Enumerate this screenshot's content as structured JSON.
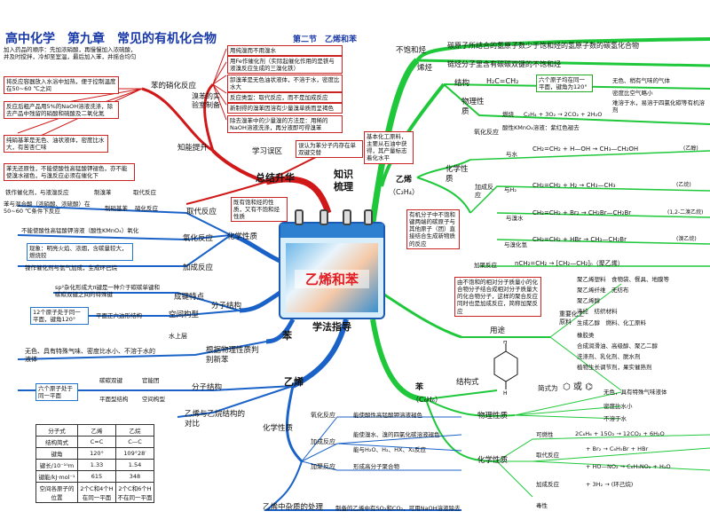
{
  "header": {
    "title": "高中化学　第九章　常见的有机化合物",
    "section": "第二节　乙烯和苯"
  },
  "center_title": "乙烯和苯",
  "branches": {
    "summary": "总结升华",
    "knowledge": "知识梳理",
    "method": "学法指导",
    "improve": "知能提升",
    "mistake": "学习误区"
  },
  "left_top": {
    "nitration_intro": "加入药品的顺序：先加浓硝酸，再慢慢加入浓硫酸，并及时搅拌，冷却至室温，最后加入苯，并摇合均匀",
    "nitration_temp": "将反应容器放入水浴中加热，便于控制温度在50~60 ℃之间",
    "nitration_wash": "反应后粗产品用5%的NaOH溶液洗涤，除去产品中残留的硝酸和硫酸及二氧化氮",
    "nitration_product": "纯硝基苯是无色、油状液体，密度比水大，有苦杏仁味",
    "nitration_label": "苯的硝化反应",
    "bromine_label": "溴苯的实验室制备",
    "bromine_items": [
      "用纯溴而不用溴水",
      "用Fe作催化剂（实际起催化作用的是铁与液溴反应生成的三溴化铁）",
      "卸溴苯是无色油状液体，不溶于水，密度比水大",
      "反应类型：取代反应，而不是加成反应",
      "新制得的溴苯因溶有少量溴单质而呈褐色",
      "除去溴苯中的少量溴的方法是：用稀的NaOH溶液洗涤，再分液即可得溴苯"
    ],
    "mistake_note": "误认为苯分子内存在单双键交替"
  },
  "left_mid": {
    "benzene_stable": "苯无还原性，不能使酸性高锰酸钾褪色，亦不能使溴水褪色，与溴反应必须在催化下",
    "fe_catalyst": "铁作催化剂，与液溴反应",
    "bromobenzene": "制溴苯",
    "substitution": "取代反应",
    "nitro_cond": "苯与混合酸（浓硝酸、浓硫酸）在50~60 ℃条件下反应",
    "nitro_make": "制硝基苯",
    "nitro_type": "硝化反应",
    "substitution2": "取代反应",
    "specific": "既有饱和烃的性质，又有不饱和烃性质",
    "chem_prop": "化学性质",
    "no_kmno4": "不能使酸性高锰酸钾溶液（酸性KMnO₄）氧化",
    "combustion": "现象：明亮火焰、浓烟，含碳量较大，燃烧较",
    "oxidation": "氧化反应",
    "addition_note": "镍作催化剂与氢气加成，生成环己烷",
    "addition": "加成反应",
    "bond_feature": "sp²杂化形成大π键是一种介于碳碳单键和碳碳双键之间的特殊键",
    "bond_label": "成键特点",
    "planar": "12个原子处于同一平面，键角120°",
    "hexagon": "平面正六边形结构",
    "space": "空间构型",
    "structure": "分子结构",
    "benzene": "苯",
    "top_water": "水上层",
    "phys": "无色、具有特殊气味、密度比水小、不溶于水的液体",
    "phys_label": "根据物理性质判别新苯"
  },
  "left_bottom": {
    "ethylene": "乙烯",
    "six_atoms": "六个原子处于同一平面",
    "dbl": "碳碳双键",
    "dbl_struct": "官能团",
    "flat": "平面型结构",
    "space": "空间构型",
    "mol_struct": "分子结构",
    "compare_title": "乙烯与乙烷结构的对比",
    "table_headers": [
      "分子式",
      "乙烯",
      "乙烷"
    ],
    "table_rows": [
      [
        "结构简式",
        "C=C",
        "C—C"
      ],
      [
        "键角",
        "120°",
        "109°28′"
      ],
      [
        "键长/10⁻¹⁰m",
        "1.33",
        "1.54"
      ],
      [
        "键能/kJ·mol⁻¹",
        "615",
        "348"
      ],
      [
        "空间各原子的位置",
        "2个C和4个H在同一平面",
        "2个C和6个H不在同一平面"
      ]
    ]
  },
  "bottom_mid": {
    "chem": "化学性质",
    "ox": "氧化反应",
    "ox_note": "能使酸性高锰酸钾溶液褪色",
    "add": "加成反应",
    "add_note1": "能使溴水、溴的四氯化碳溶液褪色",
    "add_note2": "能与H₂O、H₂、HX、X₂反应",
    "poly": "加聚反应",
    "poly_note": "形成高分子聚合物",
    "impurity": "乙烯中杂质的处理",
    "impurity_note": "制备的乙烯中有SO₂和CO₂，可用NaOH溶液除去"
  },
  "right_top": {
    "unsat": "不饱和烃",
    "unsat_def": "碳原子所结合的氢原子数少于饱和烃的氢原子数的碳氢化合物",
    "alkene": "烯烃",
    "alkene_def": "链烃分子里含有碳碳双键的不饱和烃",
    "ethylene": "乙烯",
    "ethylene_formula": "（C₂H₄）",
    "struct": "结构",
    "struct_note": "六个原子均在同一平面，键角为120°",
    "phys": "物理性质",
    "phys_1": "无色、稍有气味的气体",
    "phys_2": "密度比空气略小",
    "phys_3": "难溶于水，易溶于四氯化碳等有机溶剂",
    "basic": "基本化工原料，主要从石油中获得，其产量标志着化水平",
    "oxid": "氧化反应",
    "burn": "燃烧",
    "burn_eq": "C₂H₄ + 3O₂ → 2CO₂ + 2H₂O",
    "kmno4": "酸性KMnO₄溶液：紫红色褪去",
    "chem": "化学性质",
    "with_water": "与水",
    "add_note": "有机分子中不饱和键两端的碳原子与其他原子（团）直接结合生成新物质的反应",
    "addition": "加成反应",
    "with_h2": "与H₂",
    "with_br2": "与溴水",
    "with_hbr": "与溴化氢",
    "poly": "加聚反应",
    "poly_eq": "nCH₂=CH₂ → [CH₂—CH₂]ₙ（聚乙烯）",
    "ethanol": "(乙醇)",
    "ethane": "(乙烷)",
    "dibromo": "(1,2-二溴乙烷)",
    "bromoethane": "(溴乙烷)"
  },
  "right_bottom": {
    "poly_note": "由不饱和的相对分子质量小的化合物分子结合成相对分子质量大的化合物分子，这样的聚合反应同时也是加成反应，简称加聚反应",
    "uses": "用途",
    "industry": "重要化工原料",
    "use_items": [
      "聚乙烯塑料　食物袋、餐具、地膜等",
      "聚乙烯纤维　无纺布",
      "聚乙烯醇",
      "涤纶　纺织材料",
      "生成乙醇　燃料、化工原料",
      "橡胶类",
      "合成润滑油、高级醇、聚乙二醇",
      "洗涤剂、乳化剂、脱水剂",
      "植物生长调节剂，果实催熟剂"
    ],
    "benzene": "苯",
    "benzene_formula": "（C₆H₆）",
    "struct": "结构式",
    "simple": "简式为",
    "phys": "物理性质",
    "phys_items": [
      "无色，具有特殊气味液体",
      "密度比水小",
      "不溶于水"
    ],
    "chem": "化学性质",
    "combust": "可燃性",
    "combust_eq": "2C₆H₆ + 15O₂ → 12CO₂ + 6H₂O",
    "subst": "取代反应",
    "subst_eq1": "+ Br₂ → C₆H₅Br + HBr",
    "subst_eq2": "+ HO—NO₂ → C₆H₅NO₂ + H₂O",
    "addn": "加成反应",
    "addn_eq": "+ 3H₂ → (环己烷)",
    "toxic": "毒性"
  }
}
